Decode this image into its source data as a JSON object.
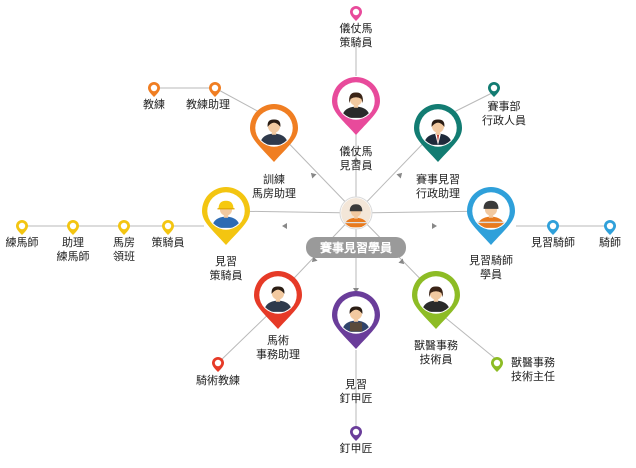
{
  "center": {
    "label": "賽事見習學員"
  },
  "colors": {
    "line": "#b9b9b9",
    "center_box": "#9a9a9a",
    "pink": "#e84a9b",
    "orange": "#f07e22",
    "teal": "#127c72",
    "yellow": "#f3c511",
    "blue": "#2fa0da",
    "red": "#e63a27",
    "purple": "#6a3d9a",
    "green": "#8dbc25"
  },
  "nodes": [
    {
      "key": "pink",
      "color_key": "pink",
      "title_lines": [
        "儀仗馬",
        "見習員"
      ],
      "icon": "female-staff-icon"
    },
    {
      "key": "orange",
      "color_key": "orange",
      "title_lines": [
        "訓練",
        "馬房助理"
      ],
      "icon": "male-staff-icon"
    },
    {
      "key": "teal",
      "color_key": "teal",
      "title_lines": [
        "賽事見習",
        "行政助理"
      ],
      "icon": "businessman-icon"
    },
    {
      "key": "yellow",
      "color_key": "yellow",
      "title_lines": [
        "見習",
        "策騎員"
      ],
      "icon": "worker-helmet-icon"
    },
    {
      "key": "blue",
      "color_key": "blue",
      "title_lines": [
        "見習騎師",
        "學員"
      ],
      "icon": "worker-hardhat-icon"
    },
    {
      "key": "red",
      "color_key": "red",
      "title_lines": [
        "馬術",
        "事務助理"
      ],
      "icon": "male-staff-icon"
    },
    {
      "key": "purple",
      "color_key": "purple",
      "title_lines": [
        "見習",
        "釘甲匠"
      ],
      "icon": "farrier-icon"
    },
    {
      "key": "green",
      "color_key": "green",
      "title_lines": [
        "獸醫事務",
        "技術員"
      ],
      "icon": "female-staff-icon"
    }
  ],
  "minor": [
    {
      "key": "pink-1",
      "color_key": "pink",
      "lines": [
        "儀仗馬",
        "策騎員"
      ]
    },
    {
      "key": "orange-1",
      "color_key": "orange",
      "lines": [
        "教練助理"
      ]
    },
    {
      "key": "orange-2",
      "color_key": "orange",
      "lines": [
        "教練"
      ]
    },
    {
      "key": "teal-1",
      "color_key": "teal",
      "lines": [
        "賽事部",
        "行政人員"
      ]
    },
    {
      "key": "yellow-1",
      "color_key": "yellow",
      "lines": [
        "策騎員"
      ]
    },
    {
      "key": "yellow-2",
      "color_key": "yellow",
      "lines": [
        "馬房",
        "領班"
      ]
    },
    {
      "key": "yellow-3",
      "color_key": "yellow",
      "lines": [
        "助理",
        "練馬師"
      ]
    },
    {
      "key": "yellow-4",
      "color_key": "yellow",
      "lines": [
        "練馬師"
      ]
    },
    {
      "key": "blue-1",
      "color_key": "blue",
      "lines": [
        "見習騎師"
      ]
    },
    {
      "key": "blue-2",
      "color_key": "blue",
      "lines": [
        "騎師"
      ]
    },
    {
      "key": "red-1",
      "color_key": "red",
      "lines": [
        "騎術教練"
      ]
    },
    {
      "key": "purple-1",
      "color_key": "purple",
      "lines": [
        "釘甲匠"
      ]
    },
    {
      "key": "green-1",
      "color_key": "green",
      "lines": [
        "獸醫事務",
        "技術主任"
      ]
    }
  ]
}
